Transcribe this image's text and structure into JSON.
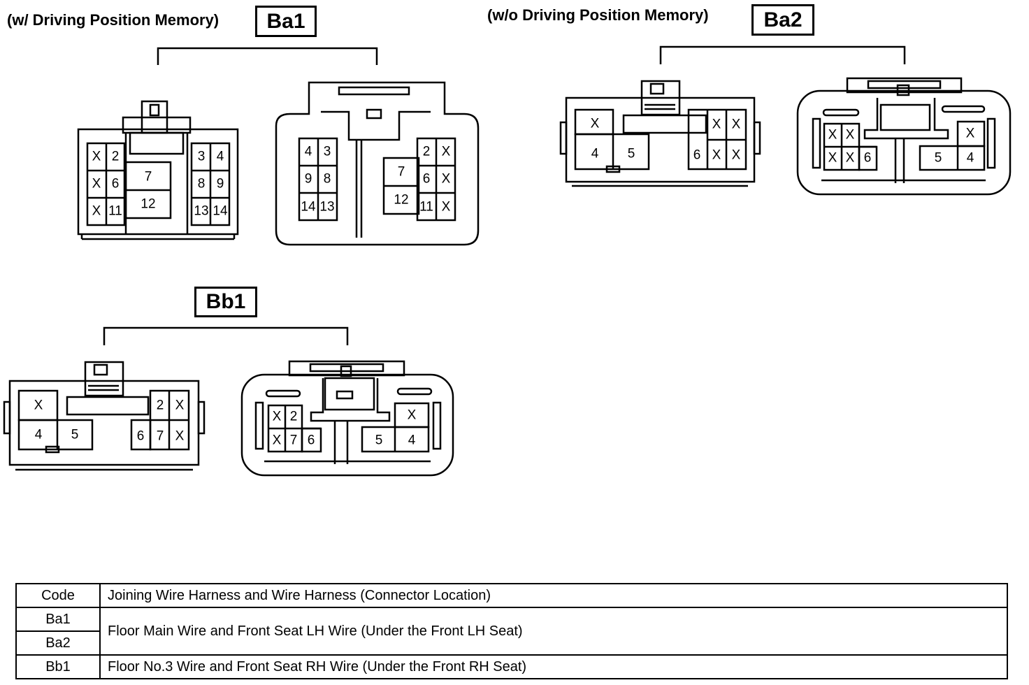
{
  "headings": {
    "with_memory": "(w/ Driving Position Memory)",
    "without_memory": "(w/o Driving Position Memory)"
  },
  "codes": {
    "ba1": "Ba1",
    "ba2": "Ba2",
    "bb1": "Bb1"
  },
  "table": {
    "header_code": "Code",
    "header_desc": "Joining Wire Harness and Wire Harness (Connector Location)",
    "rows": [
      {
        "codes": [
          "Ba1",
          "Ba2"
        ],
        "desc": "Floor Main Wire and Front Seat LH Wire (Under the Front LH Seat)"
      },
      {
        "codes": [
          "Bb1"
        ],
        "desc": "Floor No.3 Wire and Front Seat RH Wire (Under the Front RH Seat)"
      }
    ]
  },
  "connectors": {
    "ba1_left": [
      "X",
      "2",
      "X",
      "6",
      "X",
      "11",
      "7",
      "12",
      "3",
      "4",
      "8",
      "9",
      "13",
      "14"
    ],
    "ba1_right": [
      "4",
      "3",
      "9",
      "8",
      "14",
      "13",
      "7",
      "12",
      "2",
      "X",
      "6",
      "X",
      "11",
      "X"
    ],
    "ba2_left": [
      "X",
      "4",
      "5",
      "X",
      "X",
      "6",
      "X",
      "X"
    ],
    "ba2_right": [
      "X",
      "X",
      "X",
      "X",
      "6",
      "X",
      "5",
      "4"
    ],
    "bb1_left": [
      "X",
      "4",
      "5",
      "2",
      "X",
      "6",
      "7",
      "X"
    ],
    "bb1_right": [
      "X",
      "2",
      "X",
      "7",
      "6",
      "X",
      "5",
      "4"
    ]
  }
}
